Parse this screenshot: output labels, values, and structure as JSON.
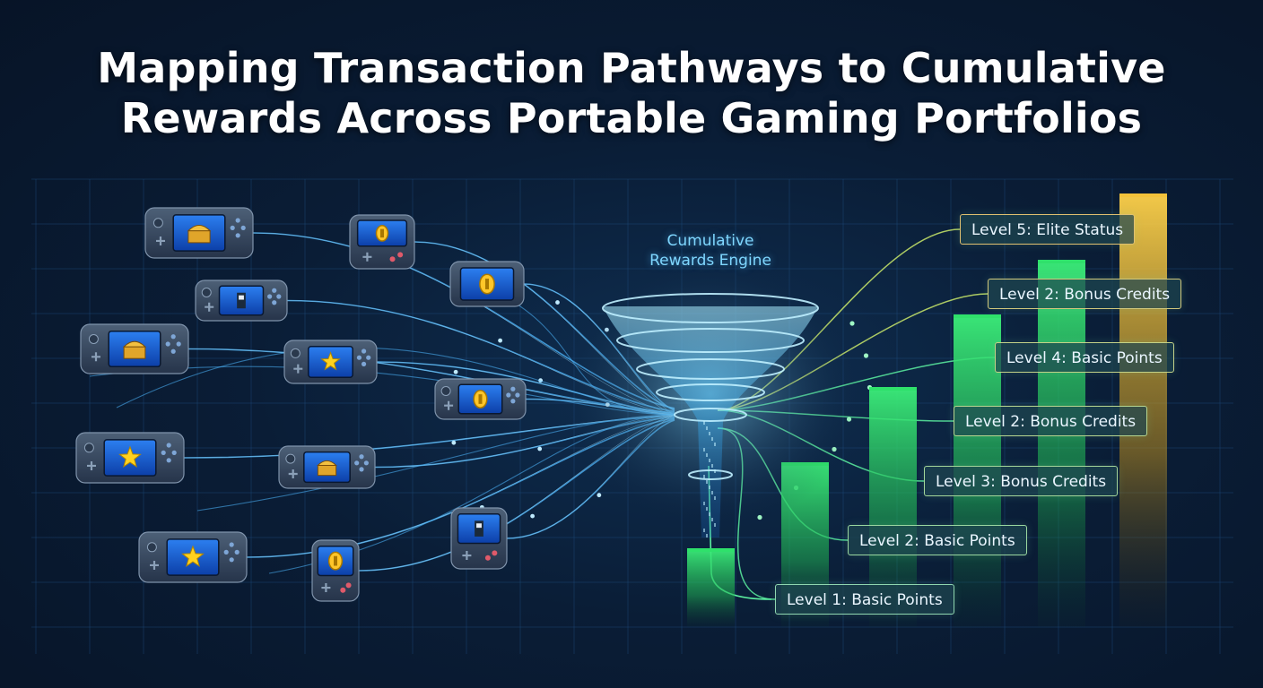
{
  "title": {
    "line1": "Mapping Transaction Pathways to Cumulative",
    "line2": "Rewards Across Portable Gaming Portfolios"
  },
  "engine": {
    "label_line1": "Cumulative",
    "label_line2": "Rewards Engine"
  },
  "levels": [
    {
      "label": "Level 1: Basic Points"
    },
    {
      "label": "Level 2: Basic Points"
    },
    {
      "label": "Level 3: Bonus Credits"
    },
    {
      "label": "Level 2: Bonus Credits"
    },
    {
      "label": "Level 4: Basic Points"
    },
    {
      "label": "Level 2: Bonus Credits"
    },
    {
      "label": "Level 5: Elite Status"
    }
  ],
  "devices": [
    {
      "style": "wide",
      "icon": "treasure-chest"
    },
    {
      "style": "handheld",
      "icon": "coin"
    },
    {
      "style": "compact",
      "icon": "coin"
    },
    {
      "style": "wide",
      "icon": "pixel-character"
    },
    {
      "style": "wide",
      "icon": "treasure-chest"
    },
    {
      "style": "wide",
      "icon": "star"
    },
    {
      "style": "wide",
      "icon": "coin"
    },
    {
      "style": "wide",
      "icon": "star"
    },
    {
      "style": "wide",
      "icon": "treasure-chest"
    },
    {
      "style": "wide",
      "icon": "star"
    },
    {
      "style": "handheld",
      "icon": "coin"
    },
    {
      "style": "handheld",
      "icon": "pixel-character"
    }
  ],
  "colors": {
    "background": "#0a1d36",
    "flow_line": "#4fb8ff",
    "funnel": "#6fd3ff",
    "bar_green": "#2ee06a",
    "bar_gold": "#f2c23a",
    "label_text": "#eaf6ff",
    "engine_text": "#7fd7ff"
  }
}
